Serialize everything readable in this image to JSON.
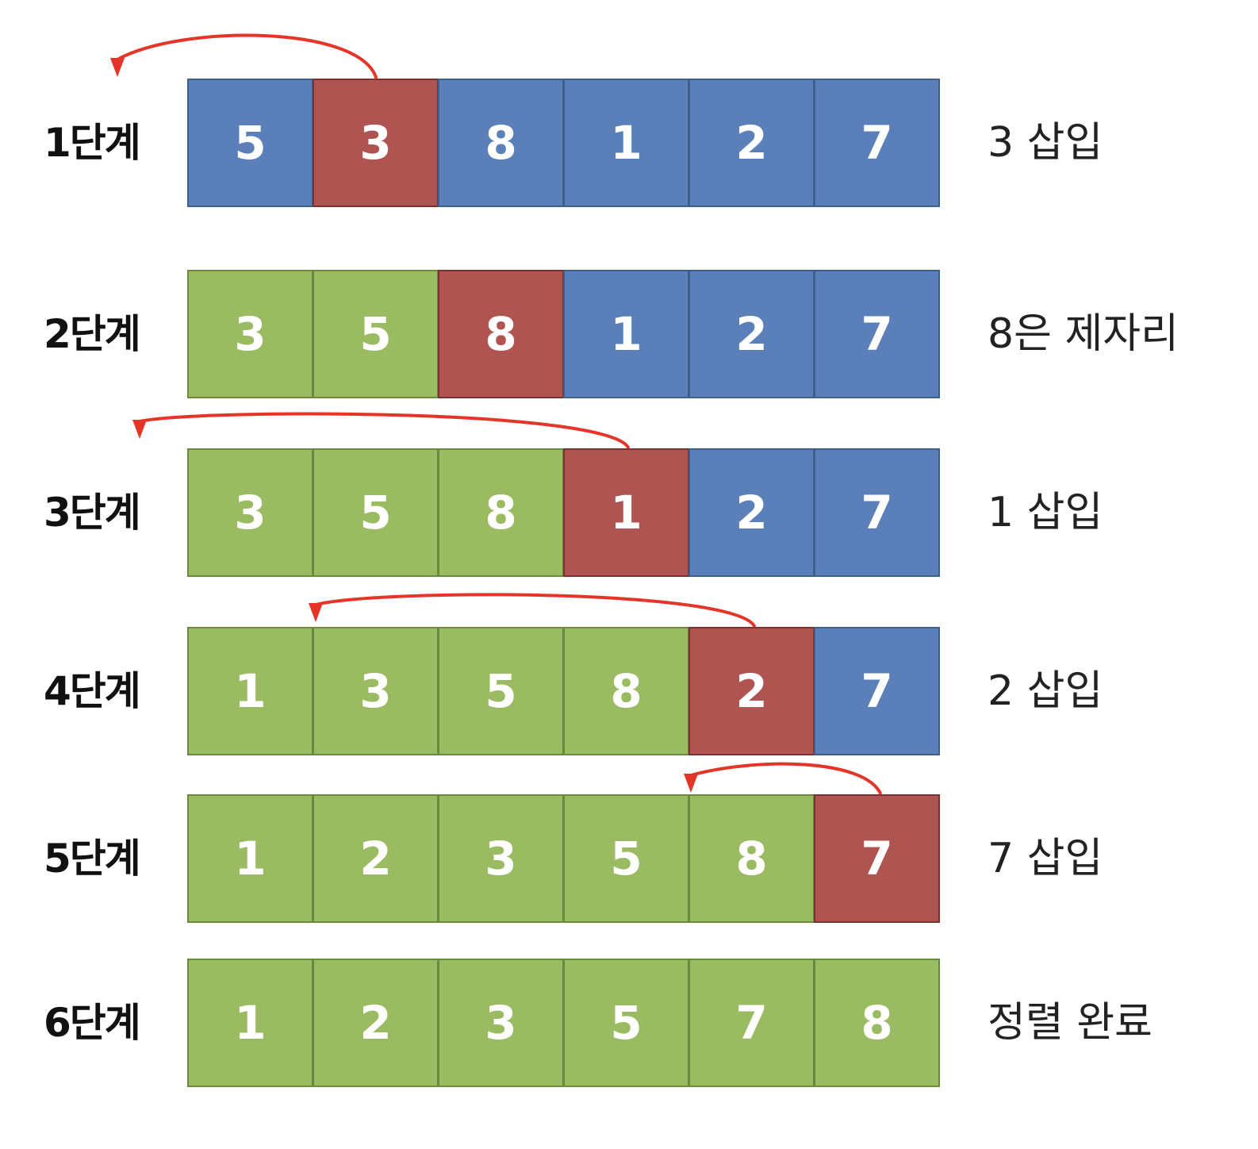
{
  "colors": {
    "unsorted": "#5b7fb8",
    "current": "#b05451",
    "sorted": "#9bbb63",
    "arrow": "#e53529"
  },
  "rows": [
    {
      "label": "1단계",
      "note": "3 삽입",
      "cells": [
        {
          "value": "5",
          "state": "unsorted"
        },
        {
          "value": "3",
          "state": "current"
        },
        {
          "value": "8",
          "state": "unsorted"
        },
        {
          "value": "1",
          "state": "unsorted"
        },
        {
          "value": "2",
          "state": "unsorted"
        },
        {
          "value": "7",
          "state": "unsorted"
        }
      ],
      "arrow": {
        "from_cell": 1,
        "to_cell": 0
      }
    },
    {
      "label": "2단계",
      "note": "8은 제자리",
      "cells": [
        {
          "value": "3",
          "state": "sorted"
        },
        {
          "value": "5",
          "state": "sorted"
        },
        {
          "value": "8",
          "state": "current"
        },
        {
          "value": "1",
          "state": "unsorted"
        },
        {
          "value": "2",
          "state": "unsorted"
        },
        {
          "value": "7",
          "state": "unsorted"
        }
      ],
      "arrow": null
    },
    {
      "label": "3단계",
      "note": "1 삽입",
      "cells": [
        {
          "value": "3",
          "state": "sorted"
        },
        {
          "value": "5",
          "state": "sorted"
        },
        {
          "value": "8",
          "state": "sorted"
        },
        {
          "value": "1",
          "state": "current"
        },
        {
          "value": "2",
          "state": "unsorted"
        },
        {
          "value": "7",
          "state": "unsorted"
        }
      ],
      "arrow": {
        "from_cell": 3,
        "to_cell": 0
      }
    },
    {
      "label": "4단계",
      "note": "2 삽입",
      "cells": [
        {
          "value": "1",
          "state": "sorted"
        },
        {
          "value": "3",
          "state": "sorted"
        },
        {
          "value": "5",
          "state": "sorted"
        },
        {
          "value": "8",
          "state": "sorted"
        },
        {
          "value": "2",
          "state": "current"
        },
        {
          "value": "7",
          "state": "unsorted"
        }
      ],
      "arrow": {
        "from_cell": 4,
        "to_cell": 1
      }
    },
    {
      "label": "5단계",
      "note": "7 삽입",
      "cells": [
        {
          "value": "1",
          "state": "sorted"
        },
        {
          "value": "2",
          "state": "sorted"
        },
        {
          "value": "3",
          "state": "sorted"
        },
        {
          "value": "5",
          "state": "sorted"
        },
        {
          "value": "8",
          "state": "sorted"
        },
        {
          "value": "7",
          "state": "current"
        }
      ],
      "arrow": {
        "from_cell": 5,
        "to_cell": 4
      }
    },
    {
      "label": "6단계",
      "note": "정렬 완료",
      "cells": [
        {
          "value": "1",
          "state": "sorted"
        },
        {
          "value": "2",
          "state": "sorted"
        },
        {
          "value": "3",
          "state": "sorted"
        },
        {
          "value": "5",
          "state": "sorted"
        },
        {
          "value": "7",
          "state": "sorted"
        },
        {
          "value": "8",
          "state": "sorted"
        }
      ],
      "arrow": null
    }
  ]
}
